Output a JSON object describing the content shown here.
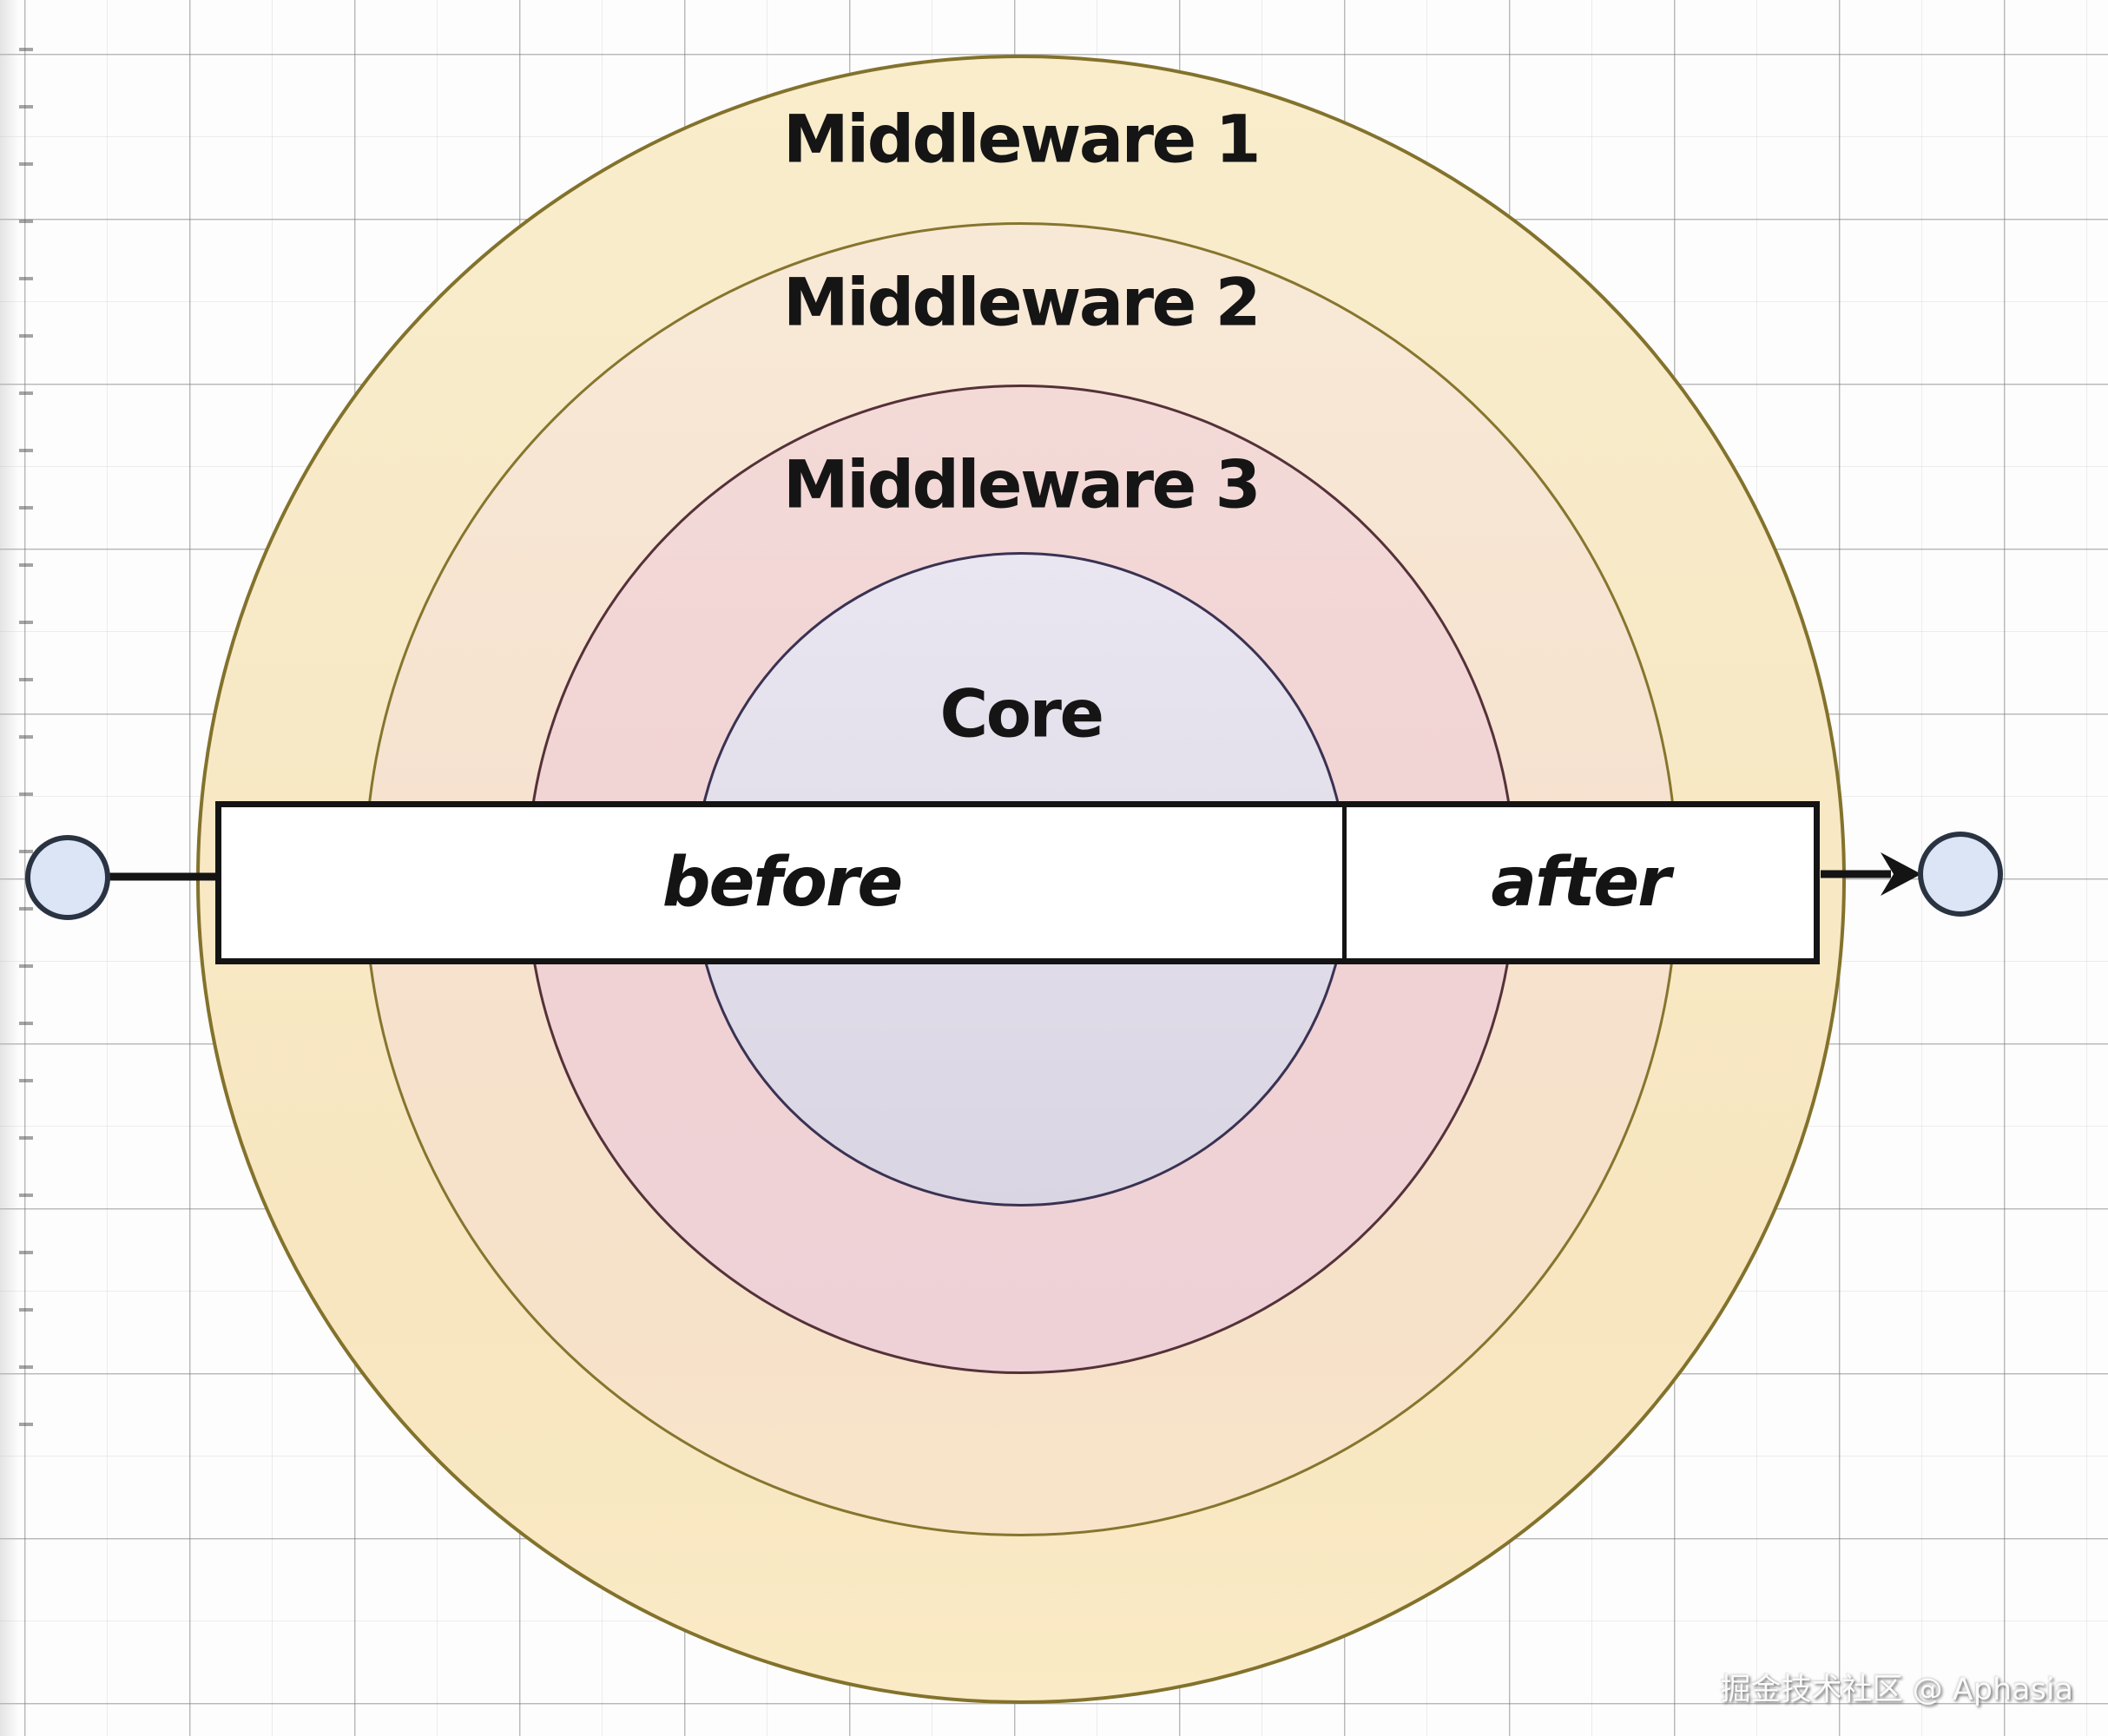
{
  "rings": [
    {
      "label": "Middleware 1",
      "fill": "#f8e9c6",
      "border": "#83722c"
    },
    {
      "label": "Middleware 2",
      "fill": "#f6e2cf",
      "border": "#86752e"
    },
    {
      "label": "Middleware 3",
      "fill": "#f1d3d4",
      "border": "#553139"
    },
    {
      "label": "Core",
      "fill": "#e2deea",
      "border": "#3a3252"
    }
  ],
  "bar": {
    "before_label": "before",
    "after_label": "after",
    "fill": "#ffffff",
    "border": "#141414"
  },
  "endpoints": {
    "fill": "#dbe5f5",
    "border": "#2a3342"
  },
  "arrow": {
    "color": "#141414",
    "direction": "right"
  },
  "watermark": {
    "text": "掘金技术社区 @ Aphasia"
  },
  "colors": {
    "background": "#fdfdfd",
    "grid_line": "#787878",
    "label_text": "#151515"
  }
}
